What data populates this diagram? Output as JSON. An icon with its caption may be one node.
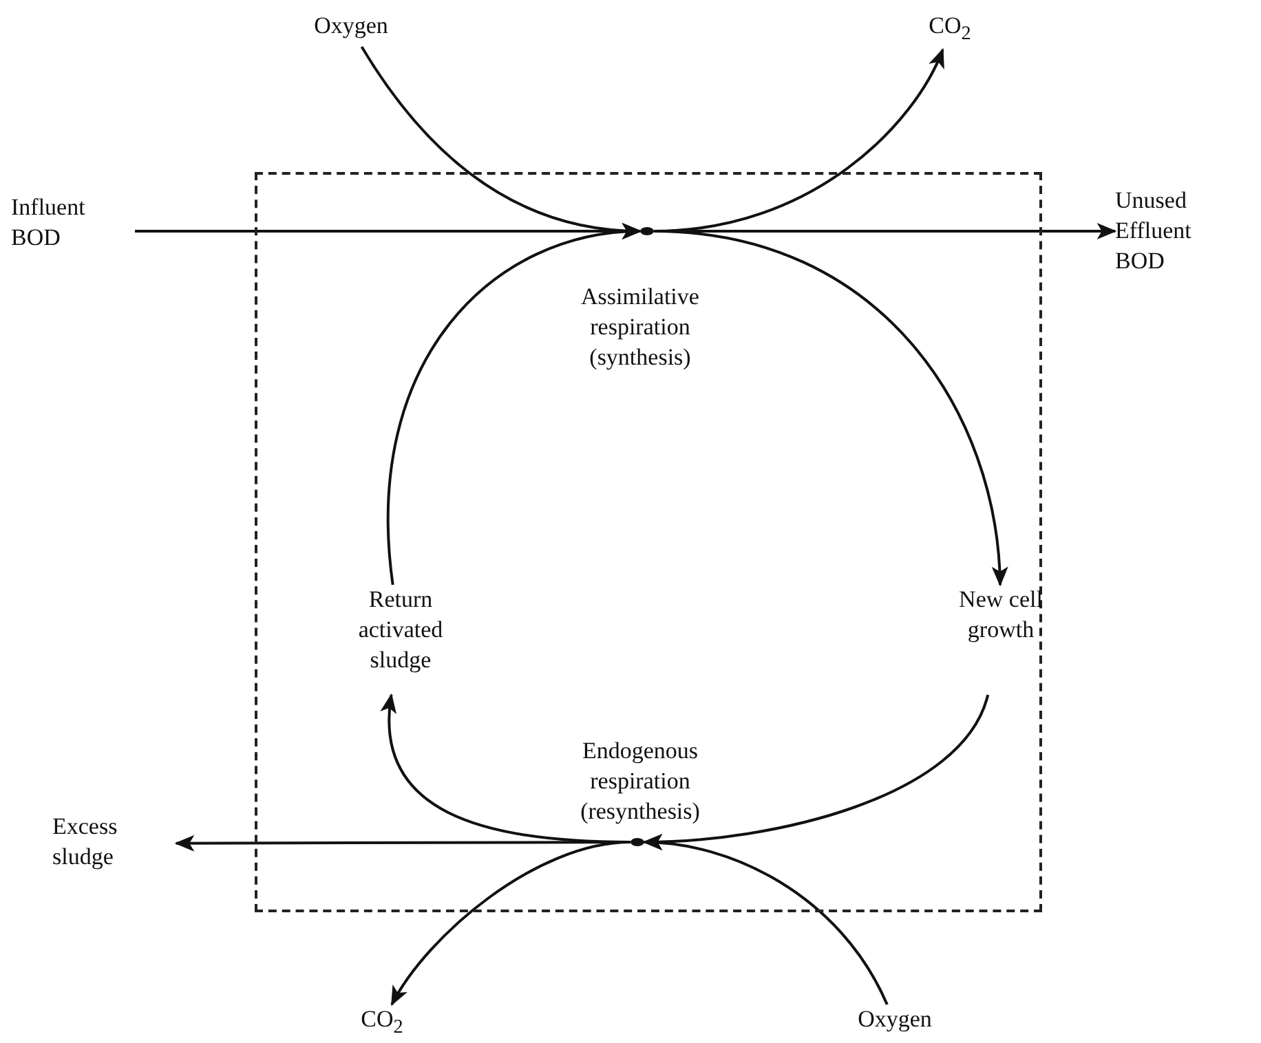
{
  "diagram": {
    "nodes": [
      {
        "text": [
          "Oxygen"
        ]
      },
      {
        "text": [
          "CO$_{2}$"
        ]
      },
      {
        "text": [],
        "shape": "box"
      },
      {
        "text": [
          "Influent BOD"
        ]
      },
      {
        "text": [
          "Unused Effluent BOD"
        ]
      },
      {
        "text": [],
        "shape": "dot",
        "in": 2
      },
      {
        "text": [
          "Return activated sludge"
        ],
        "in": 2
      },
      {
        "text": [
          "New cell growth"
        ],
        "in": 2
      },
      {
        "text": [],
        "shape": "dot",
        "in": 2
      },
      {
        "text": [
          "Excess sludge"
        ]
      },
      {
        "text": [
          "CO$_{2}$"
        ]
      },
      {
        "text": [
          "Oxygen"
        ]
      }
    ],
    "edges": [
      {
        "from": 0,
        "to": 5,
        "arrow": "to"
      },
      {
        "from": 5,
        "to": 1,
        "arrow": "to"
      },
      {
        "from": 3,
        "to": 5,
        "arrow": "to"
      },
      {
        "from": 5,
        "to": 4,
        "arrow": "to"
      },
      {
        "from": 5,
        "to": 7,
        "arrow": "to"
      },
      {
        "from": 7,
        "to": 8,
        "arrow": "to"
      },
      {
        "from": 8,
        "to": 6,
        "arrow": "to"
      },
      {
        "from": 6,
        "to": 5,
        "arrow": "to"
      },
      {
        "from": 8,
        "to": 9,
        "arrow": "to"
      },
      {
        "from": 11,
        "to": 8,
        "arrow": "to"
      },
      {
        "from": 8,
        "to": 10,
        "arrow": "to"
      }
    ],
    "labels": [
      "Assimilative respiration (synthesis)",
      "Endogenous respiration (resynthesis)"
    ]
  }
}
